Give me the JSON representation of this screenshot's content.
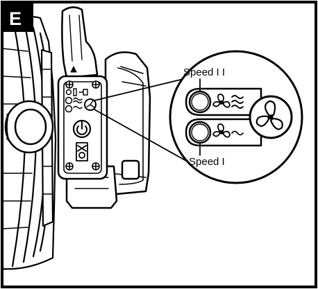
{
  "figure": {
    "badge_letter": "E",
    "callout_labels": {
      "speed_2": "Speed I I",
      "speed_1": "Speed I"
    }
  },
  "colors": {
    "ink": "#000000",
    "paper": "#ffffff",
    "badge": "#000000"
  },
  "icons": [
    "fan-speed-2-icon",
    "fan-speed-1-icon",
    "power-icon",
    "fan-icon"
  ]
}
